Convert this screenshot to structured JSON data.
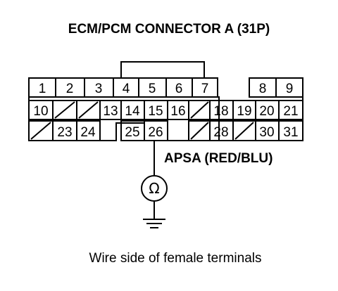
{
  "title": "ECM/PCM CONNECTOR A (31P)",
  "wire_label": "APSA (RED/BLU)",
  "caption": "Wire side of female terminals",
  "meter_symbol": "Ω",
  "connector": {
    "rows": [
      [
        "1",
        "2",
        "3",
        "4",
        "5",
        "6",
        "7",
        "",
        "8",
        "9"
      ],
      [
        "10",
        "/",
        "/",
        "13",
        "14",
        "15",
        "16",
        "/",
        "18",
        "19",
        "20",
        "21"
      ],
      [
        "/",
        "23",
        "24",
        "",
        "25",
        "26",
        "",
        "/",
        "28",
        "/",
        "30",
        "31"
      ]
    ]
  },
  "icons": [
    "ohmmeter-icon",
    "ground-icon"
  ]
}
